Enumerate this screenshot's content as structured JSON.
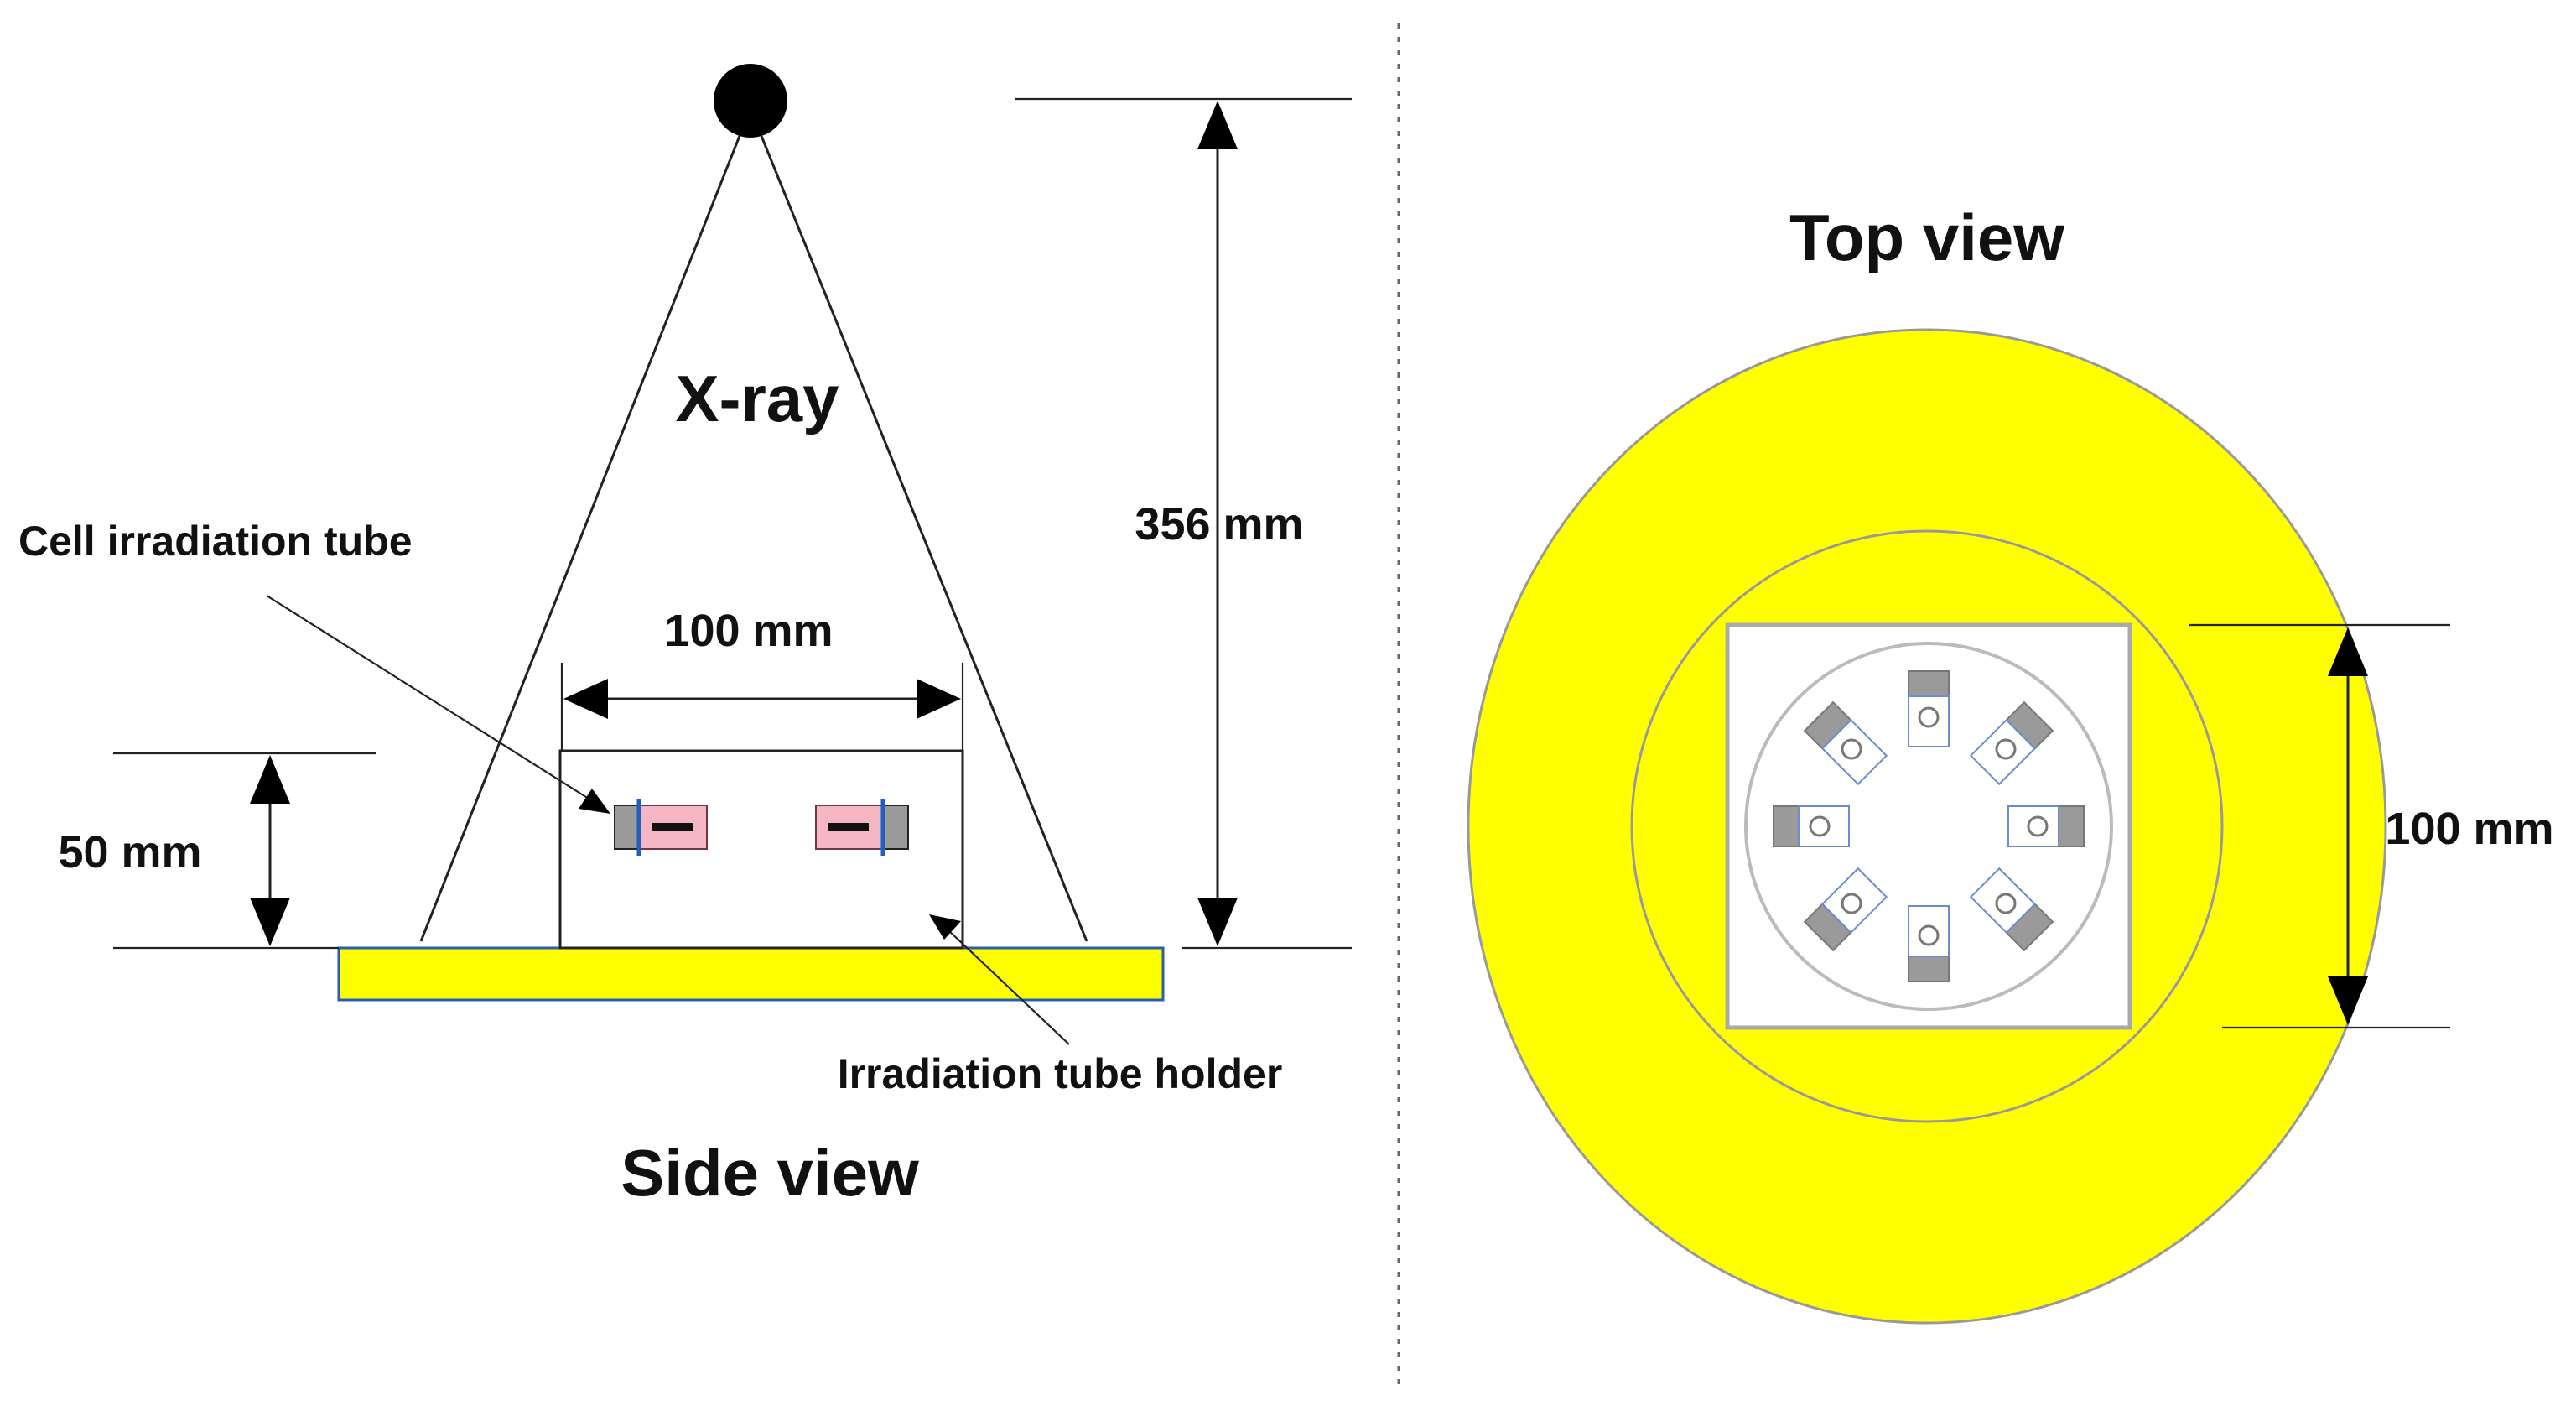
{
  "side_view": {
    "title": "Side view",
    "xray_label": "X-ray",
    "dim_height": "356 mm",
    "dim_width": "100 mm",
    "dim_holder_height": "50 mm",
    "callout_tube": "Cell irradiation tube",
    "callout_holder": "Irradiation tube holder"
  },
  "top_view": {
    "title": "Top view",
    "dim_holder": "100 mm"
  },
  "colors": {
    "yellow": "#ffff00",
    "pink": "#f4b6c2",
    "gray": "#9a9a9a",
    "blue": "#1f5fbf"
  }
}
